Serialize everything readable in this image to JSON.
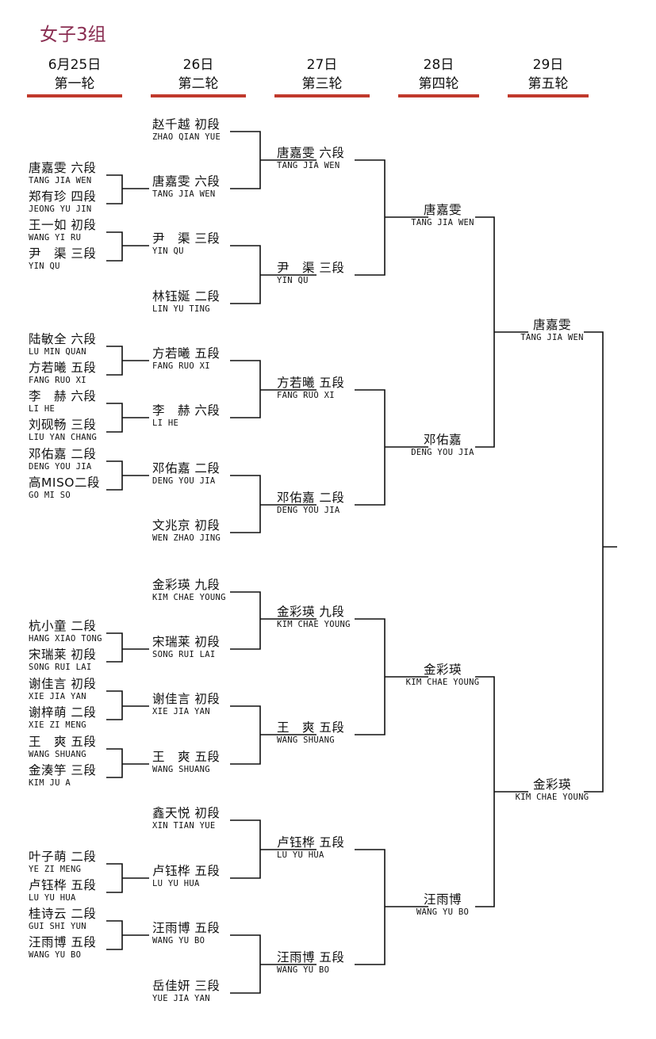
{
  "title": "女子3组",
  "rounds": [
    {
      "date": "6月25日",
      "name": "第一轮"
    },
    {
      "date": "26日",
      "name": "第二轮"
    },
    {
      "date": "27日",
      "name": "第三轮"
    },
    {
      "date": "28日",
      "name": "第四轮"
    },
    {
      "date": "29日",
      "name": "第五轮"
    }
  ],
  "round1": [
    {
      "cn": "唐嘉雯 六段",
      "en": "TANG JIA WEN"
    },
    {
      "cn": "郑有珍 四段",
      "en": "JEONG YU JIN"
    },
    {
      "cn": "王一如 初段",
      "en": "WANG YI RU"
    },
    {
      "cn": "尹　渠 三段",
      "en": "YIN QU"
    },
    {
      "cn": "陆敏全 六段",
      "en": "LU MIN QUAN"
    },
    {
      "cn": "方若曦 五段",
      "en": "FANG RUO XI"
    },
    {
      "cn": "李　赫 六段",
      "en": "LI HE"
    },
    {
      "cn": "刘砚畅 三段",
      "en": "LIU YAN CHANG"
    },
    {
      "cn": "邓佑嘉 二段",
      "en": "DENG YOU JIA"
    },
    {
      "cn": "高MISO二段",
      "en": "GO MI SO"
    },
    {
      "cn": "杭小童 二段",
      "en": "HANG XIAO TONG"
    },
    {
      "cn": "宋瑞莱 初段",
      "en": "SONG RUI LAI"
    },
    {
      "cn": "谢佳言 初段",
      "en": "XIE JIA YAN"
    },
    {
      "cn": "谢梓萌 二段",
      "en": "XIE ZI MENG"
    },
    {
      "cn": "王　爽 五段",
      "en": "WANG SHUANG"
    },
    {
      "cn": "金湊竽 三段",
      "en": "KIM JU A"
    },
    {
      "cn": "叶子萌 二段",
      "en": "YE ZI MENG"
    },
    {
      "cn": "卢钰桦 五段",
      "en": "LU YU HUA"
    },
    {
      "cn": "桂诗云 二段",
      "en": "GUI SHI YUN"
    },
    {
      "cn": "汪雨博 五段",
      "en": "WANG YU BO"
    }
  ],
  "round2": [
    {
      "cn": "赵千越 初段",
      "en": "ZHAO QIAN YUE"
    },
    {
      "cn": "唐嘉雯 六段",
      "en": "TANG JIA WEN"
    },
    {
      "cn": "尹　渠 三段",
      "en": "YIN QU"
    },
    {
      "cn": "林钰娫 二段",
      "en": "LIN YU TING"
    },
    {
      "cn": "方若曦 五段",
      "en": "FANG RUO XI"
    },
    {
      "cn": "李　赫 六段",
      "en": "LI HE"
    },
    {
      "cn": "邓佑嘉 二段",
      "en": "DENG YOU JIA"
    },
    {
      "cn": "文兆京 初段",
      "en": "WEN ZHAO JING"
    },
    {
      "cn": "金彩瑛 九段",
      "en": "KIM CHAE YOUNG"
    },
    {
      "cn": "宋瑞莱 初段",
      "en": "SONG RUI LAI"
    },
    {
      "cn": "谢佳言 初段",
      "en": "XIE JIA YAN"
    },
    {
      "cn": "王　爽 五段",
      "en": "WANG SHUANG"
    },
    {
      "cn": "鑫天悦 初段",
      "en": "XIN TIAN YUE"
    },
    {
      "cn": "卢钰桦 五段",
      "en": "LU YU HUA"
    },
    {
      "cn": "汪雨博 五段",
      "en": "WANG YU BO"
    },
    {
      "cn": "岳佳妍 三段",
      "en": "YUE JIA YAN"
    }
  ],
  "round3": [
    {
      "cn": "唐嘉雯 六段",
      "en": "TANG JIA WEN"
    },
    {
      "cn": "尹　渠 三段",
      "en": "YIN QU"
    },
    {
      "cn": "方若曦 五段",
      "en": "FANG RUO XI"
    },
    {
      "cn": "邓佑嘉 二段",
      "en": "DENG YOU JIA"
    },
    {
      "cn": "金彩瑛 九段",
      "en": "KIM CHAE YOUNG"
    },
    {
      "cn": "王　爽 五段",
      "en": "WANG SHUANG"
    },
    {
      "cn": "卢钰桦 五段",
      "en": "LU YU HUA"
    },
    {
      "cn": "汪雨博 五段",
      "en": "WANG YU BO"
    }
  ],
  "round4": [
    {
      "cn": "唐嘉雯",
      "en": "TANG JIA WEN"
    },
    {
      "cn": "邓佑嘉",
      "en": "DENG YOU JIA"
    },
    {
      "cn": "金彩瑛",
      "en": "KIM CHAE YOUNG"
    },
    {
      "cn": "汪雨博",
      "en": "WANG YU BO"
    }
  ],
  "round5": [
    {
      "cn": "唐嘉雯",
      "en": "TANG JIA WEN"
    },
    {
      "cn": "金彩瑛",
      "en": "KIM CHAE YOUNG"
    }
  ]
}
